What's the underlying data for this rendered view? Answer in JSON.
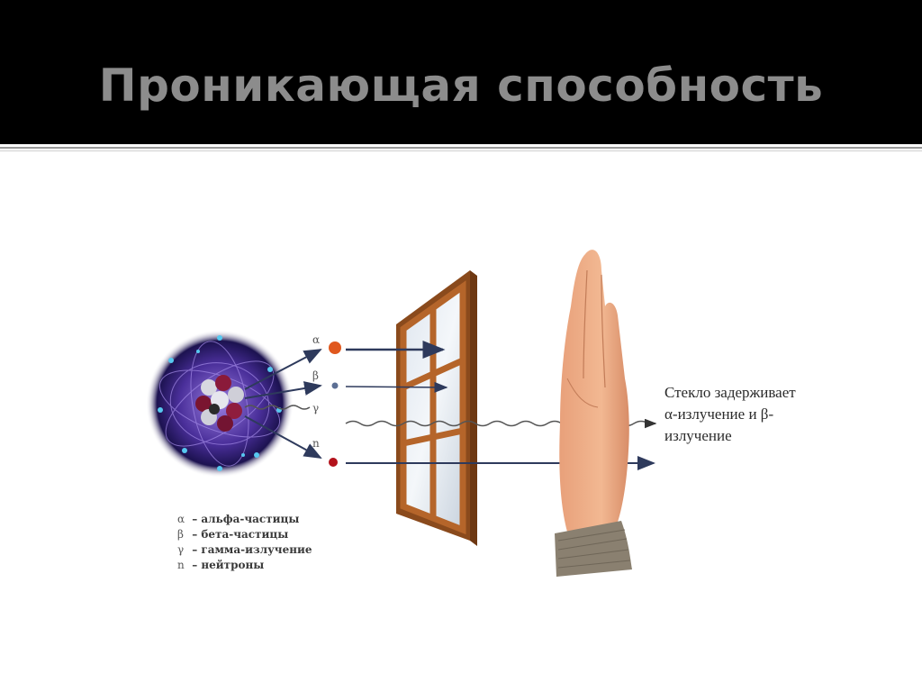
{
  "slide": {
    "title": "Проникающая способность"
  },
  "diagram": {
    "particles": [
      {
        "symbol": "α",
        "color": "#e0581e"
      },
      {
        "symbol": "β",
        "color": "#5c6f94"
      },
      {
        "symbol": "γ",
        "color": "#555555"
      },
      {
        "symbol": "n",
        "color": "#b3121b"
      }
    ],
    "legend": [
      {
        "symbol": "α",
        "text": "– альфа-частицы"
      },
      {
        "symbol": "β",
        "text": "– бета-частицы"
      },
      {
        "symbol": "γ",
        "text": "– гамма-излучение"
      },
      {
        "symbol": "n",
        "text": "– нейтроны"
      }
    ],
    "caption": [
      "Стекло задерживает",
      "α-излучение и β-",
      "излучение"
    ],
    "colors": {
      "atom_glow": "#5a3fa8",
      "window_frame": "#b5652a",
      "hand": "#e8a07a",
      "sleeve": "#8a8070",
      "arrow": "#2e3a5c"
    }
  }
}
